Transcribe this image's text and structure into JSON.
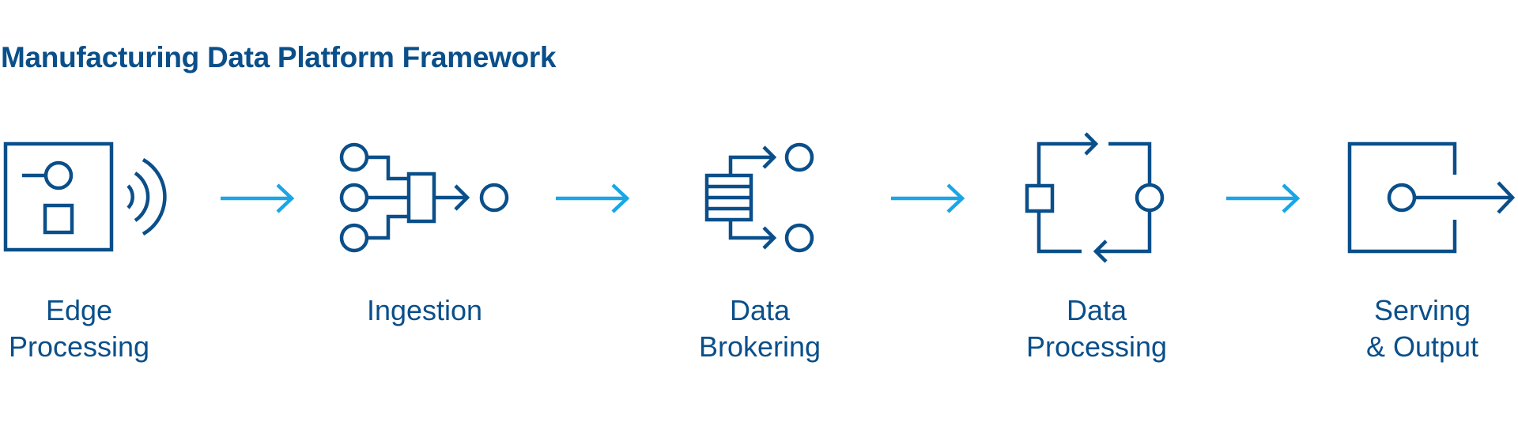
{
  "title": "Manufacturing Data Platform Framework",
  "colors": {
    "primary": "#0a4f8a",
    "accent": "#1aa6e6"
  },
  "steps": [
    {
      "line1": "Edge",
      "line2": "Processing",
      "icon": "edge-device-icon"
    },
    {
      "line1": "Ingestion",
      "line2": "",
      "icon": "ingestion-funnel-icon"
    },
    {
      "line1": "Data",
      "line2": "Brokering",
      "icon": "broker-queue-icon"
    },
    {
      "line1": "Data",
      "line2": "Processing",
      "icon": "processing-loop-icon"
    },
    {
      "line1": "Serving",
      "line2": "& Output",
      "icon": "serving-output-icon"
    }
  ]
}
